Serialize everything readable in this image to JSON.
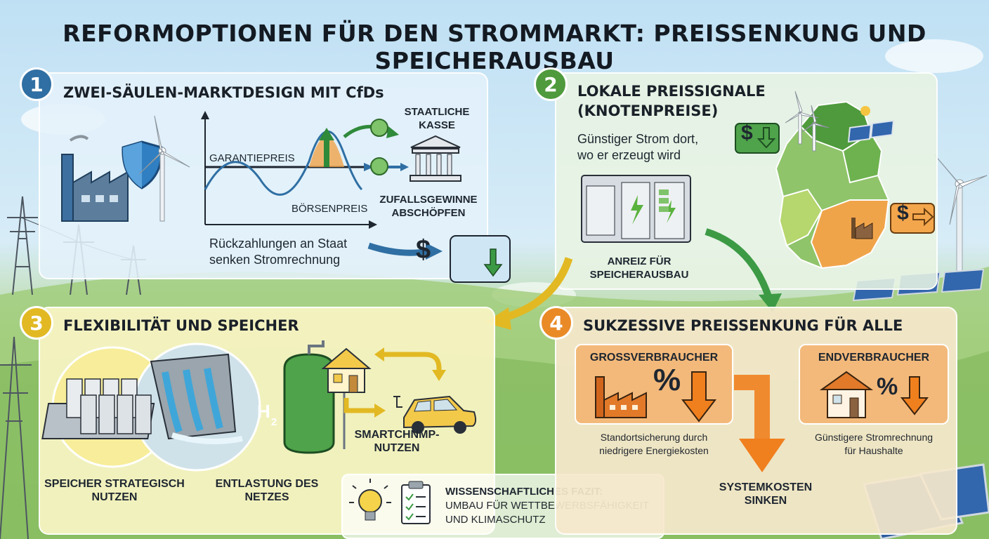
{
  "title": "REFORMOPTIONEN FÜR DEN STROMMARKT: PREISSENKUNG UND SPEICHERAUSBAU",
  "colors": {
    "blue": "#2f6fa3",
    "green": "#4f9a3c",
    "yellow": "#e2b923",
    "orange": "#e98a27"
  },
  "panel1": {
    "number": "1",
    "heading": "ZWEI-SÄULEN-MARKTDESIGN  MIT CfDs",
    "garantiepreis": "GARANTIEPREIS",
    "boersenpreis": "BÖRSENPREIS",
    "kasse": "STAATLICHE KASSE",
    "zufallsgewinne": "ZUFALLSGEWINNE ABSCHÖPFEN",
    "rueckzahlung_1": "Rückzahlungen an Staat",
    "rueckzahlung_2": "senken Stromrechnung",
    "dollar": "$"
  },
  "panel2": {
    "number": "2",
    "heading_1": "LOKALE PREISSIGNALE",
    "heading_2": "(KNOTENPREISE)",
    "text_1": "Günstiger Strom dort,",
    "text_2": "wo er erzeugt wird",
    "anreiz": "ANREIZ FÜR SPEICHERAUSBAU",
    "dollar": "$"
  },
  "panel3": {
    "number": "3",
    "heading": "FLEXIBILITÄT UND SPEICHER",
    "speicher": "SPEICHER STRATEGISCH NUTZEN",
    "entlastung": "ENTLASTUNG DES NETZES",
    "smart": "SMARTCHNMP- NUTZEN",
    "h2": "H",
    "h2_sub": "2"
  },
  "panel4": {
    "number": "4",
    "heading": "SUKZESSIVE PREISSENKUNG FÜR ALLE",
    "gross_title": "GROSSVERBRAUCHER",
    "gross_text_1": "Standortsicherung durch",
    "gross_text_2": "niedrigere Energiekosten",
    "end_title": "ENDVERBRAUCHER",
    "end_text_1": "Günstigere Stromrechnung",
    "end_text_2": "für Haushalte",
    "system": "SYSTEMKOSTEN SINKEN",
    "percent": "%"
  },
  "fazit": {
    "title": "WISSENSCHAFTLICHES FAZIT:",
    "line_1": "UMBAU FÜR WETTBEWERBSFÄHIGKEIT",
    "line_2": "UND KLIMASCHUTZ"
  },
  "icons": [
    "factory-icon",
    "shield-icon",
    "wind-turbine-icon",
    "bank-icon",
    "coin-icon",
    "battery-storage-icon",
    "germany-map-icon",
    "solar-panel-icon",
    "hydro-dam-icon",
    "hydrogen-tank-icon",
    "house-icon",
    "electric-car-icon",
    "lightbulb-icon",
    "clipboard-icon",
    "power-pylon-icon"
  ]
}
